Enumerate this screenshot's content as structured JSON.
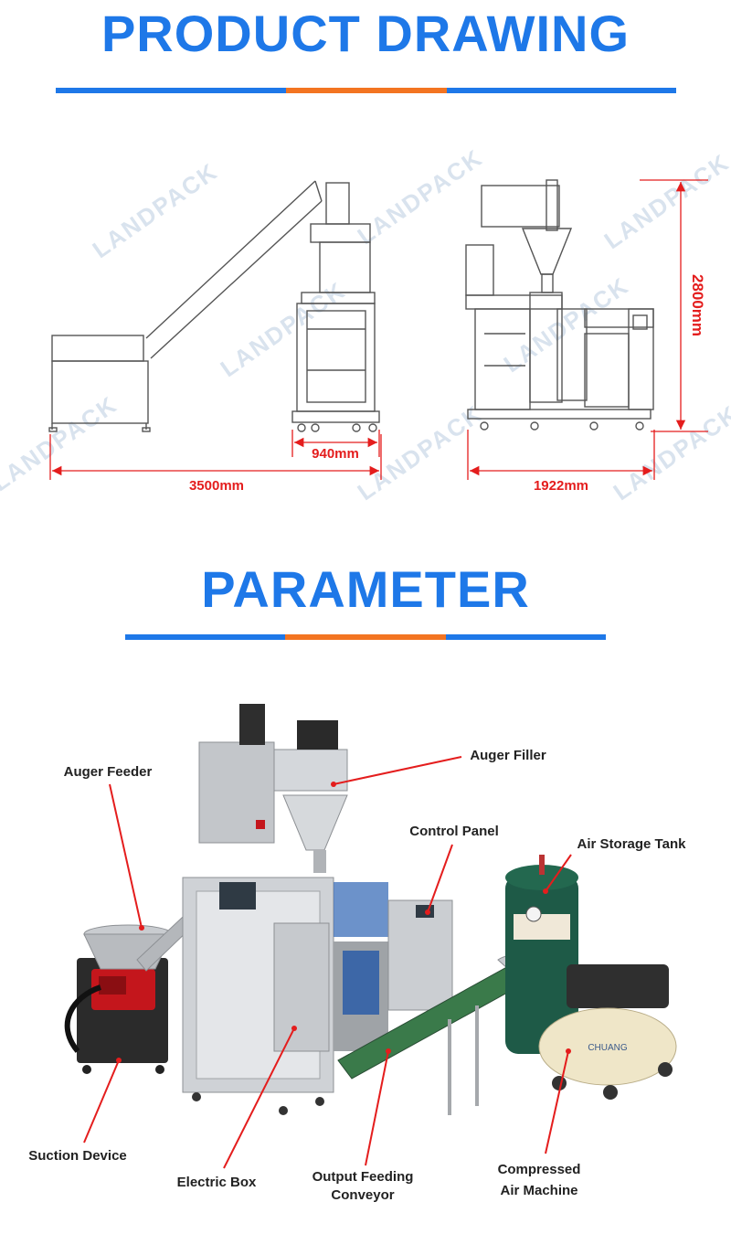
{
  "drawing": {
    "title": "PRODUCT DRAWING",
    "dims": {
      "width_front": "940mm",
      "length_side": "3500mm",
      "width_back": "1922mm",
      "height": "2800mm"
    }
  },
  "parameter": {
    "title": "PARAMETER",
    "callouts": {
      "auger_feeder": "Auger Feeder",
      "auger_filler": "Auger Filler",
      "control_panel": "Control Panel",
      "air_storage_tank": "Air Storage Tank",
      "suction_device": "Suction Device",
      "electric_box": "Electric Box",
      "output_conveyor_1": "Output Feeding",
      "output_conveyor_2": "Conveyor",
      "compressed_air_1": "Compressed",
      "compressed_air_2": "Air Machine"
    }
  },
  "watermark": "LANDPACK",
  "colors": {
    "accent_blue": "#1e78e8",
    "accent_orange": "#f37421",
    "dimension_red": "#e41d1d"
  }
}
